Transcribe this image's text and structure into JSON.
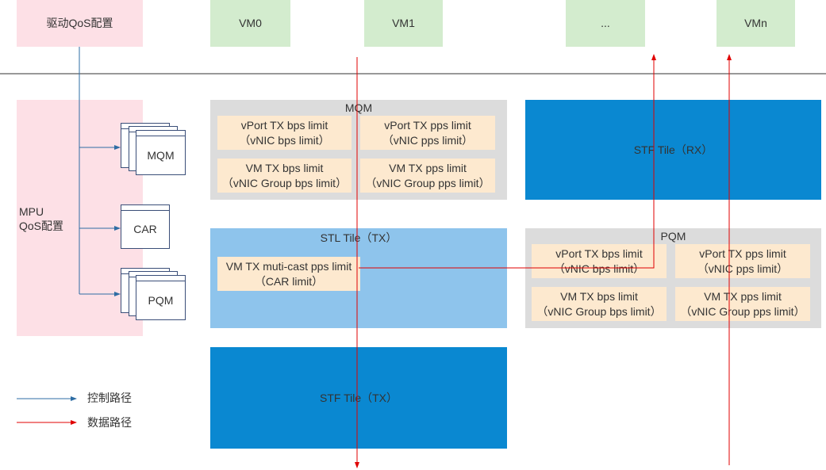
{
  "top": {
    "driver_qos": "驱动QoS配置",
    "vms": [
      "VM0",
      "VM1",
      "...",
      "VMn"
    ]
  },
  "mpu": {
    "line1": "MPU",
    "line2": "QoS配置"
  },
  "modules": {
    "mqm": "MQM",
    "car": "CAR",
    "pqm": "PQM"
  },
  "mqm_block": {
    "title": "MQM",
    "items": [
      {
        "line1": "vPort TX bps limit",
        "line2": "（vNIC bps limit）"
      },
      {
        "line1": "vPort TX pps limit",
        "line2": "（vNIC pps limit）"
      },
      {
        "line1": "VM TX bps limit",
        "line2": "（vNIC Group bps limit）"
      },
      {
        "line1": "VM TX pps limit",
        "line2": "（vNIC Group pps limit）"
      }
    ]
  },
  "stf_rx": {
    "label": "STF Tile（RX）"
  },
  "stl_tx": {
    "title": "STL Tile（TX）",
    "item": {
      "line1": "VM TX muti-cast pps limit",
      "line2": "（CAR limit）"
    }
  },
  "pqm_block": {
    "title": "PQM",
    "items": [
      {
        "line1": "vPort TX bps limit",
        "line2": "（vNIC bps limit）"
      },
      {
        "line1": "vPort TX pps limit",
        "line2": "（vNIC pps limit）"
      },
      {
        "line1": "VM TX bps limit",
        "line2": "（vNIC Group bps limit）"
      },
      {
        "line1": "VM TX pps limit",
        "line2": "（vNIC Group pps limit）"
      }
    ]
  },
  "stf_tx": {
    "label": "STF Tile（TX）"
  },
  "legend": {
    "control": "控制路径",
    "data": "数据路径"
  },
  "colors": {
    "control_path": "#2e6da4",
    "data_path": "#e00000",
    "pink": "#fde0e6",
    "green": "#d3ecce",
    "gray": "#dcdcdc",
    "blue": "#0a88d1",
    "light_blue": "#8ec4ec",
    "limit_cell": "#fde9cf"
  }
}
